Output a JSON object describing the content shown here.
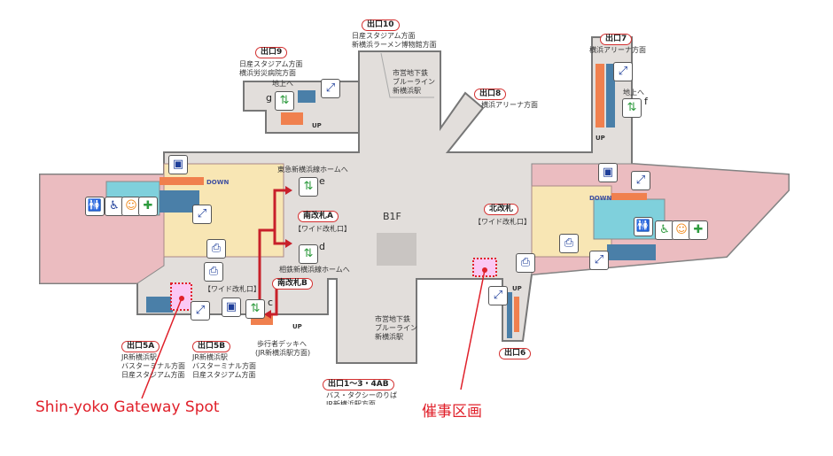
{
  "floor": "B1F",
  "colors": {
    "concourse": "#e2dedb",
    "paid_area": "#f8e6b4",
    "restricted": "#ebbcc0",
    "teal": "#7fd0dc",
    "route": "#c8202a",
    "callout": "#e0202a"
  },
  "exits": {
    "exit10": {
      "label": "出口10",
      "lines": [
        "日産スタジアム方面",
        "新横浜ラーメン博物館方面"
      ]
    },
    "exit9": {
      "label": "出口9",
      "lines": [
        "日産スタジアム方面",
        "横浜労災病院方面"
      ]
    },
    "exit8": {
      "label": "出口8",
      "lines": [
        "横浜アリーナ方面"
      ]
    },
    "exit7": {
      "label": "出口7",
      "lines": [
        "横浜アリーナ方面"
      ]
    },
    "exit6": {
      "label": "出口6"
    },
    "exit5a": {
      "label": "出口5A",
      "lines": [
        "JR新横浜駅",
        "バスターミナル方面",
        "日産スタジアム方面"
      ]
    },
    "exit5b": {
      "label": "出口5B",
      "lines": [
        "JR新横浜駅",
        "バスターミナル方面",
        "日産スタジアム方面"
      ]
    },
    "exit1_4": {
      "label": "出口1〜3・4AB",
      "lines": [
        "バス・タクシーのりば",
        "JR新横浜駅方面"
      ]
    }
  },
  "subway_labels": {
    "top": [
      "市営地下鉄",
      "ブルーライン",
      "新横浜駅"
    ],
    "bottom": [
      "市営地下鉄",
      "ブルーライン",
      "新横浜駅"
    ]
  },
  "gates": {
    "south_a": "南改札A",
    "south_b": "南改札B",
    "north": "北改札",
    "wide": "【ワイド改札口】"
  },
  "elevators": {
    "c": "c",
    "d": "d",
    "e": "e",
    "f": "f",
    "g": "g"
  },
  "texts": {
    "to_ground": "地上へ",
    "tokyu": "東急新横浜線ホームへ",
    "sotetsu": "相鉄新横浜線ホームへ",
    "deck": [
      "歩行者デッキへ",
      "(JR新横浜駅方面)"
    ],
    "up": "UP",
    "down": "DOWN"
  },
  "callouts": {
    "gateway": "Shin-yoko Gateway Spot",
    "event": "催事区画"
  },
  "icons": {
    "elevator": "⇅",
    "escalator": "⤢",
    "locker": "▣",
    "ticket": "⎙",
    "toilet": "🚻",
    "wheelchair": "♿",
    "baby": "☺",
    "nursing": "✚"
  }
}
